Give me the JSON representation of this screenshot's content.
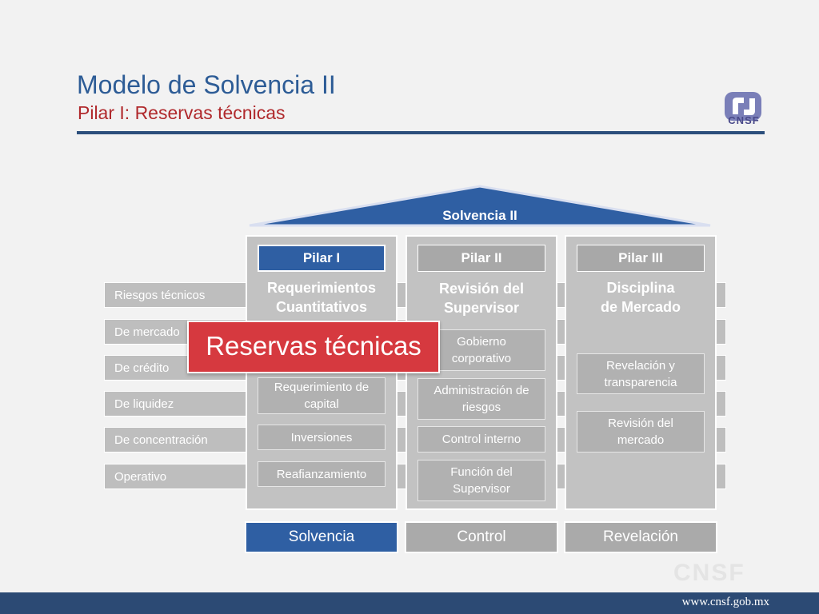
{
  "header": {
    "title": "Modelo de Solvencia II",
    "subtitle": "Pilar I: Reservas técnicas",
    "logo_text": "CNSF"
  },
  "roof": {
    "label": "Solvencia II"
  },
  "risks": [
    "Riesgos técnicos",
    "De mercado",
    "De crédito",
    "De liquidez",
    "De concentración",
    "Operativo"
  ],
  "pillars": [
    {
      "tab": "Pilar I",
      "heading": [
        "Requerimientos",
        "Cuantitativos"
      ],
      "items": [
        [
          "Requerimiento de",
          "capital"
        ],
        [
          "Inversiones"
        ],
        [
          "Reafianzamiento"
        ]
      ],
      "bottom": "Solvencia"
    },
    {
      "tab": "Pilar II",
      "heading": [
        "Revisión del",
        "Supervisor"
      ],
      "items": [
        [
          "Gobierno",
          "corporativo"
        ],
        [
          "Administración de",
          "riesgos"
        ],
        [
          "Control interno"
        ],
        [
          "Función del",
          "Supervisor"
        ]
      ],
      "bottom": "Control"
    },
    {
      "tab": "Pilar III",
      "heading": [
        "Disciplina",
        "de Mercado"
      ],
      "items": [
        [
          "Revelación y",
          "transparencia"
        ],
        [
          "Revisión del",
          "mercado"
        ]
      ],
      "bottom": "Revelación"
    }
  ],
  "callout": {
    "label": "Reservas técnicas"
  },
  "watermark": "CNSF",
  "footer": {
    "url": "www.cnsf.gob.mx"
  },
  "colors": {
    "accent_blue": "#2f5fa3",
    "title_blue": "#2d5c96",
    "subtitle_red": "#b0292c",
    "callout_red": "#d6393f",
    "footer_navy": "#2c4a74"
  }
}
